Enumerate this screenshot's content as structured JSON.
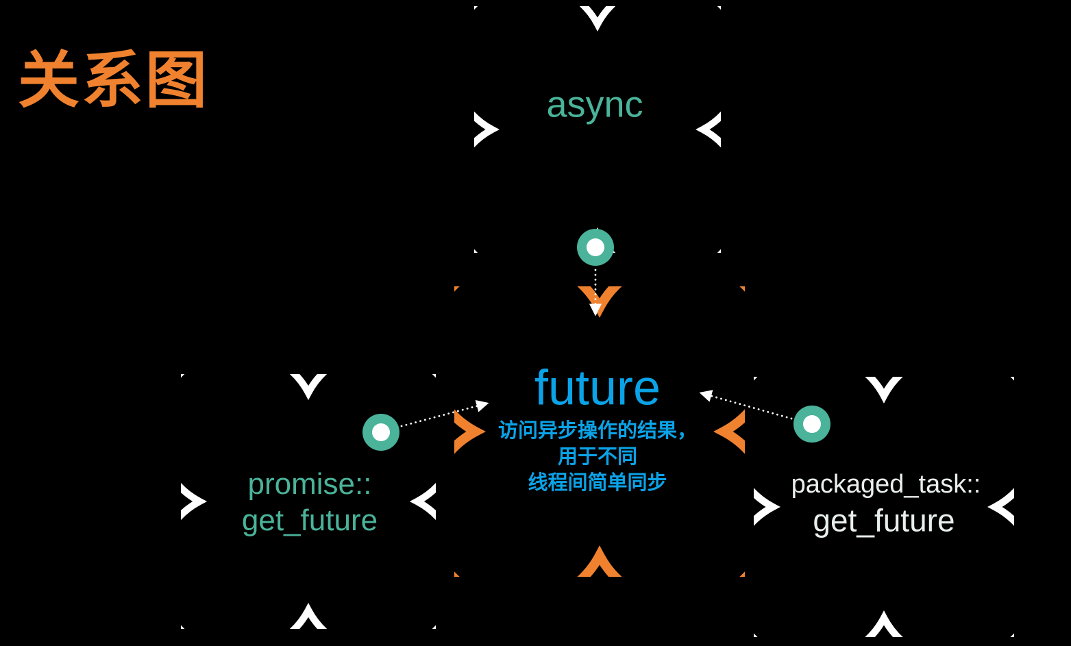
{
  "title": "关系图",
  "colors": {
    "background": "#000000",
    "orange": "#f0822f",
    "teal": "#4ab39a",
    "blue": "#0aa3e8",
    "white": "#ffffff",
    "packaged_text": "#e9efec"
  },
  "nodes": {
    "async": {
      "label": "async"
    },
    "future": {
      "label": "future",
      "description": [
        "访问异步操作的结果，",
        "用于不同",
        "线程间简单同步"
      ]
    },
    "promise": {
      "line1": "promise::",
      "line2": "get_future"
    },
    "packaged_task": {
      "line1": "packaged_task::",
      "line2": "get_future"
    }
  }
}
